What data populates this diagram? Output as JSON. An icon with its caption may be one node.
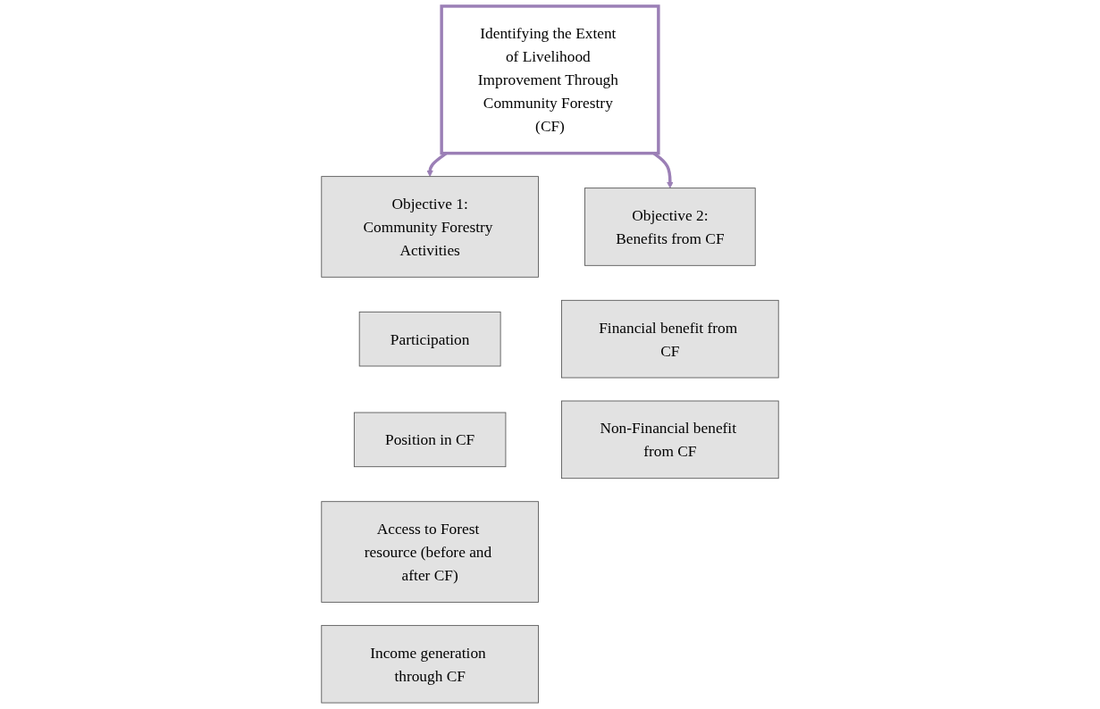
{
  "diagram": {
    "nodes": [
      {
        "text": [
          "Identifying the Extent of Livelihood Improvement Through Community Forestry (CF)"
        ]
      },
      {
        "text": [
          "Objective 1:",
          "Community Forestry Activities"
        ]
      },
      {
        "text": [
          "Participation"
        ]
      },
      {
        "text": [
          "Position in CF"
        ]
      },
      {
        "text": [
          "Access to Forest resource (before and after CF)"
        ]
      },
      {
        "text": [
          "Income generation through CF"
        ]
      },
      {
        "text": [
          "Objective 2:",
          "Benefits from CF"
        ]
      },
      {
        "text": [
          "Financial benefit from CF"
        ]
      },
      {
        "text": [
          "Non-Financial benefit from CF"
        ]
      }
    ],
    "edges": [
      {
        "from": 0,
        "to": 1,
        "arrow": "to",
        "color": "#9b7fb6"
      },
      {
        "from": 0,
        "to": 6,
        "arrow": "to",
        "color": "#9b7fb6"
      }
    ]
  }
}
